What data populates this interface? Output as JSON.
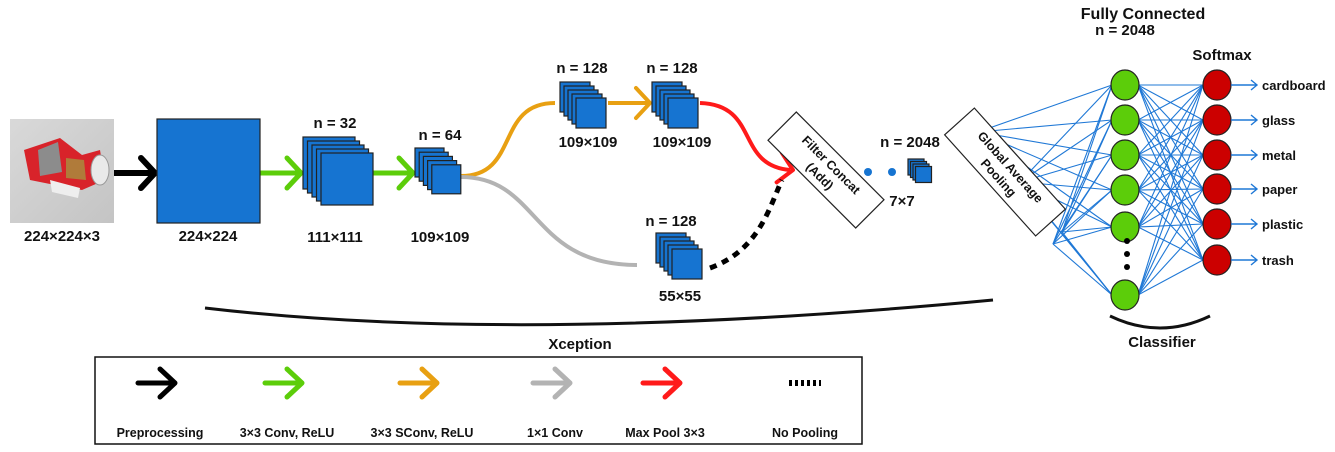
{
  "input": {
    "label": "224×224×3",
    "image": "crushed-can-photo"
  },
  "layers": [
    {
      "size": "224×224"
    },
    {
      "n": "n = 32",
      "size": "111×111"
    },
    {
      "n": "n = 64",
      "size": "109×109"
    },
    {
      "n": "n = 128",
      "size": "109×109"
    },
    {
      "n": "n = 128",
      "size": "109×109"
    },
    {
      "n": "n = 128",
      "size": "55×55"
    },
    {
      "n": "n = 2048",
      "size": "7×7"
    }
  ],
  "filter_concat": {
    "line1": "Filter Concat",
    "line2": "(Add)"
  },
  "gap": {
    "line1": "Global Average",
    "line2": "Pooling"
  },
  "fc": {
    "title": "Fully Connected",
    "n": "n = 2048"
  },
  "softmax": {
    "title": "Softmax",
    "classes": [
      "cardboard",
      "glass",
      "metal",
      "paper",
      "plastic",
      "trash"
    ]
  },
  "classifier_label": "Classifier",
  "xception_label": "Xception",
  "colors": {
    "preprocessing": "#000000",
    "conv": "#5ccd0a",
    "sconv": "#e8a012",
    "conv1x1": "#b3b3b3",
    "maxpool": "#ff1a1a",
    "layer": "#1674d1",
    "fc_node": "#5ccd0a",
    "softmax_node": "#cc0000",
    "edge": "#1f78d6"
  },
  "legend": [
    {
      "label": "Preprocessing",
      "color": "#000000",
      "style": "arrow"
    },
    {
      "label": "3×3 Conv, ReLU",
      "color": "#5ccd0a",
      "style": "arrow"
    },
    {
      "label": "3×3 SConv, ReLU",
      "color": "#e8a012",
      "style": "arrow"
    },
    {
      "label": "1×1 Conv",
      "color": "#b3b3b3",
      "style": "arrow"
    },
    {
      "label": "Max Pool 3×3",
      "color": "#ff1a1a",
      "style": "arrow"
    },
    {
      "label": "No Pooling",
      "color": "#000000",
      "style": "dashed"
    }
  ]
}
